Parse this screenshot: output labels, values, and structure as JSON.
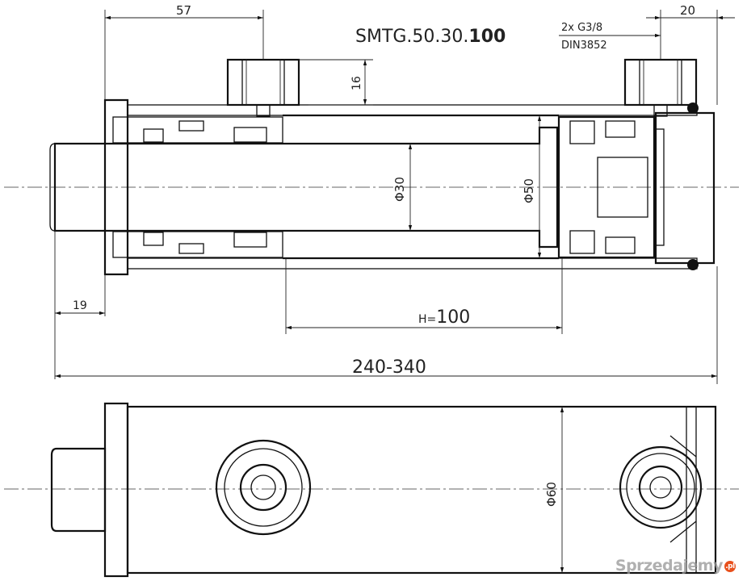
{
  "title": {
    "prefix": "SMTG.50.30.",
    "stroke": "100"
  },
  "dimensions": {
    "d57": "57",
    "d20": "20",
    "d16": "16",
    "d19": "19",
    "port_spec_line1": "2x G3/8",
    "port_spec_line2": "DIN3852",
    "rod_dia": "Φ30",
    "bore_dia": "Φ50",
    "outer_dia": "Φ60",
    "stroke_prefix": "H=",
    "stroke_value": "100",
    "total_length": "240-340"
  },
  "watermark": {
    "text": "Sprzedajemy",
    "badge": ".pl",
    "color": "#e8501c"
  }
}
